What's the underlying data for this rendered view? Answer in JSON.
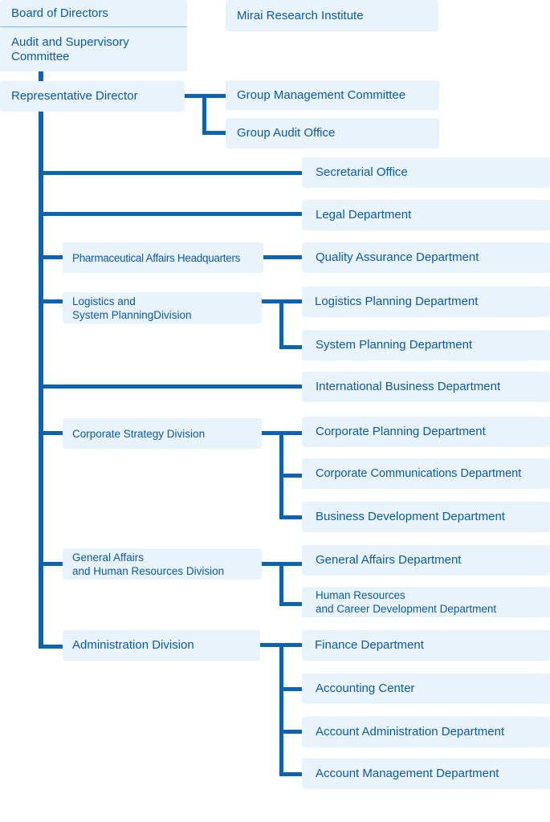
{
  "board": "Board of Directors",
  "audit_committee": "Audit and Supervisory\nCommittee",
  "mirai": "Mirai Research Institute",
  "rep_director": "Representative Director",
  "group_mgmt": "Group Management Committee",
  "group_audit": "Group Audit Office",
  "secretarial": "Secretarial Office",
  "legal": "Legal Department",
  "pharma_hq": "Pharmaceutical Affairs Headquarters",
  "quality": "Quality Assurance Department",
  "logistics_div": "Logistics and\nSystem PlanningDivision",
  "logistics_planning": "Logistics Planning  Department",
  "system_planning": "System Planning  Department",
  "international": "International Business Department",
  "corp_strategy": "Corporate Strategy Division",
  "corp_planning": "Corporate Planning Department",
  "corp_comms": "Corporate Communications Department",
  "biz_dev": "Business Development Department",
  "ga_hr_div": "General Affairs\nand Human Resources Division",
  "ga_dept": "General Affairs Department",
  "hr_dept": "Human Resources\nand Career Development Department",
  "admin_div": "Administration Division",
  "finance": "Finance Department",
  "accounting": "Accounting Center",
  "account_admin": "Account Administration Department",
  "account_mgmt": "Account Management Department",
  "colors": {
    "box_fill": "#e9f3fc",
    "line": "#0d63ae",
    "text": "#0b5aa6"
  }
}
